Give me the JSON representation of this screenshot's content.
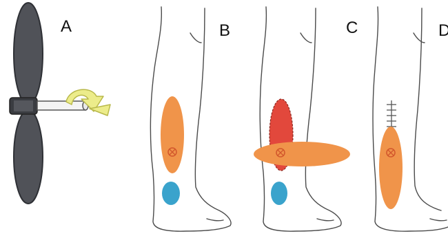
{
  "panels": [
    {
      "id": "A",
      "label": "A"
    },
    {
      "id": "B",
      "label": "B"
    },
    {
      "id": "C",
      "label": "C"
    },
    {
      "id": "D",
      "label": "D"
    }
  ],
  "colors": {
    "background": "#ffffff",
    "blade": "#505258",
    "blade_dark": "#2e3035",
    "shaft": "#f4f4f4",
    "rotation_arrow": "#ecec8a",
    "flap_orange": "#f0944a",
    "flap_red": "#e2483c",
    "perforator_blue": "#3aa3cc",
    "outline": "#4a4a4a"
  },
  "icons": {
    "A": "propeller-rotation-icon",
    "B": "lower-leg-flap-icon",
    "C": "lower-leg-rotated-flap-icon",
    "D": "lower-leg-inset-flap-icon"
  }
}
